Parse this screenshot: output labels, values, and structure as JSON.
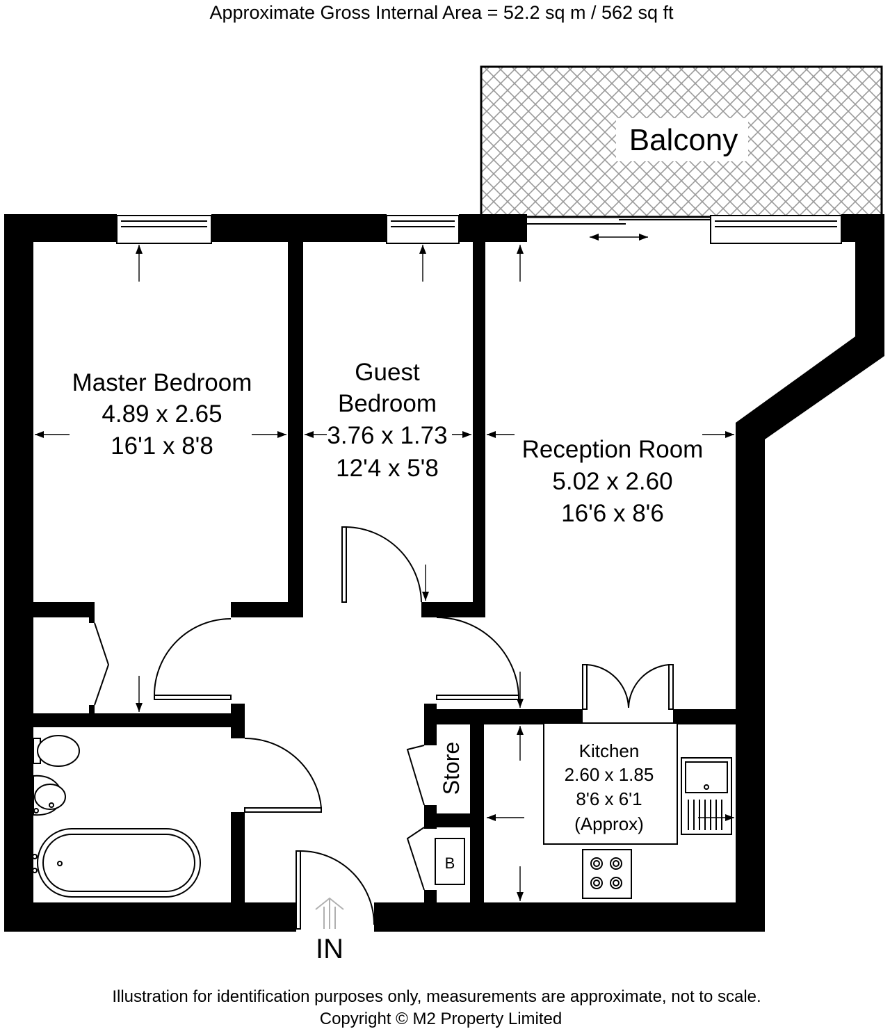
{
  "header": {
    "area": "Approximate Gross Internal Area = 52.2 sq m / 562 sq ft"
  },
  "rooms": {
    "balcony": {
      "name": "Balcony"
    },
    "master_bedroom": {
      "name": "Master Bedroom",
      "metric": "4.89 x 2.65",
      "imperial": "16'1 x 8'8"
    },
    "guest_bedroom": {
      "name_line1": "Guest",
      "name_line2": "Bedroom",
      "metric": "3.76 x 1.73",
      "imperial": "12'4 x 5'8"
    },
    "reception_room": {
      "name": "Reception Room",
      "metric": "5.02 x 2.60",
      "imperial": "16'6 x 8'6"
    },
    "kitchen": {
      "name": "Kitchen",
      "metric": "2.60 x 1.85",
      "imperial": "8'6 x 6'1",
      "note": "(Approx)"
    },
    "store": {
      "name": "Store"
    },
    "boiler": {
      "name": "B"
    }
  },
  "entrance": {
    "label": "IN"
  },
  "footer": {
    "disclaimer": "Illustration for identification purposes only, measurements are approximate, not to scale.",
    "copyright": "Copyright © M2 Property Limited"
  }
}
